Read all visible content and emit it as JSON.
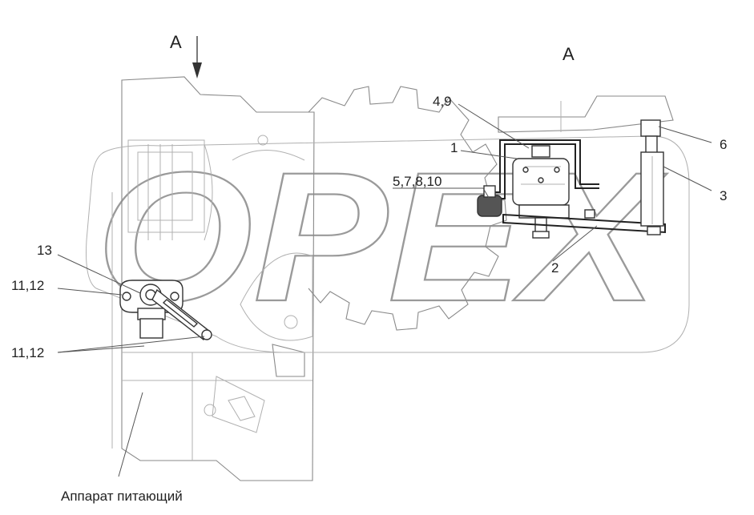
{
  "watermark": {
    "text": "OPEX"
  },
  "view_labels": {
    "arrow_label": "А",
    "view_title": "А"
  },
  "callouts": {
    "c_4_9": "4,9",
    "c_1": "1",
    "c_5_7_8_10": "5,7,8,10",
    "c_6": "6",
    "c_3": "3",
    "c_2": "2",
    "c_13": "13",
    "c_11_12_a": "11,12",
    "c_11_12_b": "11,12"
  },
  "caption": {
    "feed_apparatus": "Аппарат питающий"
  },
  "colors": {
    "line": "#333333",
    "background_line": "#8a8a8a",
    "watermark": "#9a9a9a",
    "rubber": "#444444"
  }
}
